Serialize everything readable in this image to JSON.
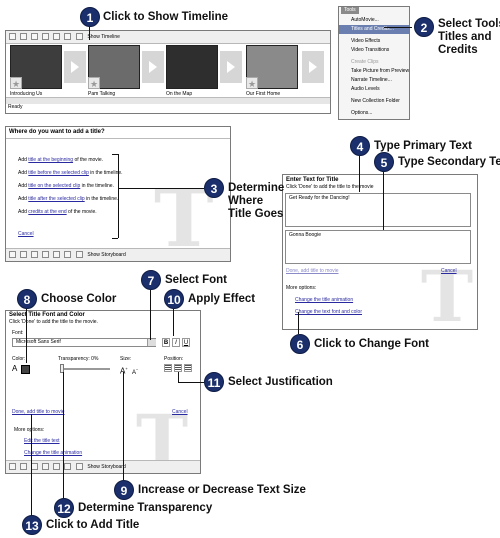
{
  "timeline": {
    "show_timeline_label": "Show Timeline",
    "clips": [
      "Introducing Us",
      "Pam Talking",
      "On the Map",
      "Our First Home"
    ],
    "status": "Ready"
  },
  "tools_menu": {
    "title": "Tools",
    "items": [
      "AutoMovie...",
      "Titles and Credits...",
      "Video Effects",
      "Video Transitions",
      "Create Clips",
      "Take Picture from Preview",
      "Narrate Timeline...",
      "Audio Levels",
      "New Collection Folder",
      "Options..."
    ]
  },
  "title_where": {
    "heading": "Where do you want to add a title?",
    "options": [
      {
        "link": "title at the beginning",
        "prefix": "Add ",
        "suffix": " of the movie."
      },
      {
        "link": "title before the selected clip",
        "prefix": "Add ",
        "suffix": " in the timeline."
      },
      {
        "link": "title on the selected clip",
        "prefix": "Add ",
        "suffix": " in the timeline."
      },
      {
        "link": "title after the selected clip",
        "prefix": "Add ",
        "suffix": " in the timeline."
      },
      {
        "link": "credits at the end",
        "prefix": "Add ",
        "suffix": " of the movie."
      }
    ],
    "cancel": "Cancel",
    "show_storyboard": "Show Storyboard"
  },
  "enter_text": {
    "heading": "Enter Text for Title",
    "subheading": "Click 'Done' to add the title to the movie",
    "primary_text": "Get Ready for the Dancing!",
    "secondary_text": "Gonna Boogie",
    "done_link": "Done, add title to movie",
    "cancel": "Cancel",
    "more_options": "More options:",
    "change_animation": "Change the title animation",
    "change_font": "Change the text font and color"
  },
  "font_color": {
    "heading": "Select Title Font and Color",
    "subheading": "Click 'Done' to add the title to the movie.",
    "font_label": "Font:",
    "font_value": "Microsoft Sans Serif",
    "color_label": "Color:",
    "transparency_label": "Transparency:",
    "transparency_value": "0%",
    "size_label": "Size:",
    "position_label": "Position:",
    "bold": "B",
    "italic": "I",
    "underline": "U",
    "done_link": "Done, add title to movie",
    "cancel": "Cancel",
    "more_options": "More options:",
    "edit_title_text": "Edit the title text",
    "change_animation": "Change the title animation",
    "show_storyboard": "Show Storyboard"
  },
  "callouts": [
    {
      "n": "1",
      "text": "Click to Show Timeline"
    },
    {
      "n": "2",
      "text": "Select Tools, Titles and Credits"
    },
    {
      "n": "3",
      "text": "Determine Where Title Goes"
    },
    {
      "n": "4",
      "text": "Type Primary Text"
    },
    {
      "n": "5",
      "text": "Type Secondary Text"
    },
    {
      "n": "6",
      "text": "Click to Change Font"
    },
    {
      "n": "7",
      "text": "Select Font"
    },
    {
      "n": "8",
      "text": "Choose Color"
    },
    {
      "n": "9",
      "text": "Increase or Decrease Text Size"
    },
    {
      "n": "10",
      "text": "Apply Effect"
    },
    {
      "n": "11",
      "text": "Select Justification"
    },
    {
      "n": "12",
      "text": "Determine Transparency"
    },
    {
      "n": "13",
      "text": "Click to Add Title"
    }
  ],
  "callout_lines": {
    "c2": [
      "Select Tools,",
      "Titles and",
      "Credits"
    ],
    "c3": [
      "Determine",
      "Where",
      "Title Goes"
    ]
  },
  "colors": {
    "callout_badge": "#1a2f6b"
  }
}
